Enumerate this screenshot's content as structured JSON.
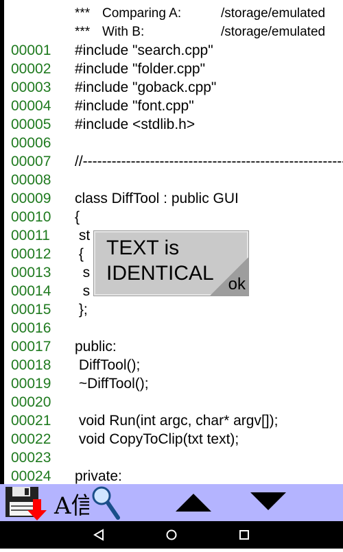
{
  "header": {
    "line_a": {
      "stars": "***",
      "label": "Comparing A:",
      "path": "/storage/emulated"
    },
    "line_b": {
      "stars": "***",
      "label": "With B:",
      "path": "/storage/emulated"
    }
  },
  "code_lines": [
    {
      "num": "00001",
      "text": "#include \"search.cpp\""
    },
    {
      "num": "00002",
      "text": "#include \"folder.cpp\""
    },
    {
      "num": "00003",
      "text": "#include \"goback.cpp\""
    },
    {
      "num": "00004",
      "text": "#include \"font.cpp\""
    },
    {
      "num": "00005",
      "text": "#include <stdlib.h>"
    },
    {
      "num": "00006",
      "text": ""
    },
    {
      "num": "00007",
      "text": "//----------------------------------------------------------------"
    },
    {
      "num": "00008",
      "text": ""
    },
    {
      "num": "00009",
      "text": "class DiffTool : public GUI"
    },
    {
      "num": "00010",
      "text": "{"
    },
    {
      "num": "00011",
      "text": " st"
    },
    {
      "num": "00012",
      "text": " {"
    },
    {
      "num": "00013",
      "text": "  s"
    },
    {
      "num": "00014",
      "text": "  s"
    },
    {
      "num": "00015",
      "text": " };"
    },
    {
      "num": "00016",
      "text": ""
    },
    {
      "num": "00017",
      "text": "public:"
    },
    {
      "num": "00018",
      "text": " DiffTool();"
    },
    {
      "num": "00019",
      "text": " ~DiffTool();"
    },
    {
      "num": "00020",
      "text": ""
    },
    {
      "num": "00021",
      "text": " void Run(int argc, char* argv[]);"
    },
    {
      "num": "00022",
      "text": " void CopyToClip(txt text);"
    },
    {
      "num": "00023",
      "text": ""
    },
    {
      "num": "00024",
      "text": "private:"
    }
  ],
  "dialog": {
    "message": "TEXT is IDENTICAL",
    "ok_label": "ok"
  },
  "toolbar": {
    "items": [
      "save-icon",
      "font-icon",
      "search-icon",
      "arrow-up-icon",
      "arrow-down-icon"
    ],
    "font_glyph": "A信"
  },
  "colors": {
    "line_number": "#1f7a1f",
    "toolbar_bg": "#b4b4ff",
    "dialog_bg": "#c9c9c9",
    "save_arrow": "#ff0000"
  }
}
